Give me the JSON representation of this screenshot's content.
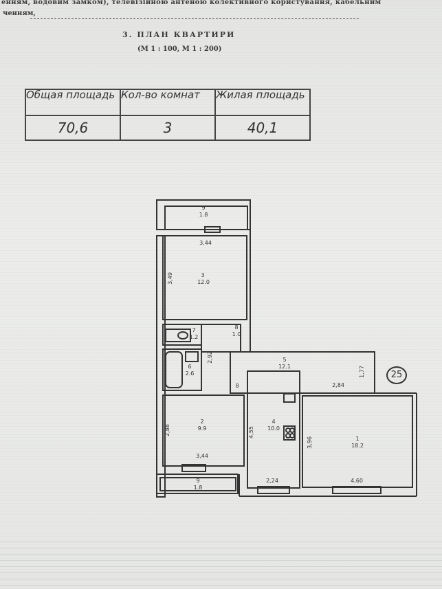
{
  "header": {
    "line1": "енням, водовим замком), телевізійною антеною колективного користування, кабельним",
    "line2": "ченням,"
  },
  "section": {
    "title": "3. ПЛАН КВАРТИРИ",
    "scale": "(М 1 : 100, М 1 : 200)"
  },
  "summary": {
    "headers": [
      "Общая площадь",
      "Кол-во комнат",
      "Жилая площадь"
    ],
    "values": [
      "70,6",
      "3",
      "40,1"
    ]
  },
  "plan": {
    "rooms": [
      {
        "num": "9",
        "area": "1.8"
      },
      {
        "num": "3",
        "area": "12.0"
      },
      {
        "num": "7",
        "area": "1.2"
      },
      {
        "num": "8",
        "area": "1.0"
      },
      {
        "num": "6",
        "area": "2.6"
      },
      {
        "num": "5",
        "area": "12.1"
      },
      {
        "num": "2",
        "area": "9.9"
      },
      {
        "num": "4",
        "area": "10.0"
      },
      {
        "num": "1",
        "area": "18.2"
      },
      {
        "num": "9",
        "area": "1.8"
      }
    ],
    "dimensions": [
      "3,44",
      "3,49",
      "2,92",
      "2,84",
      "1,77",
      "2,88",
      "3,44",
      "4,55",
      "3,96",
      "2,24",
      "4,60",
      "8"
    ],
    "badge": "25"
  }
}
